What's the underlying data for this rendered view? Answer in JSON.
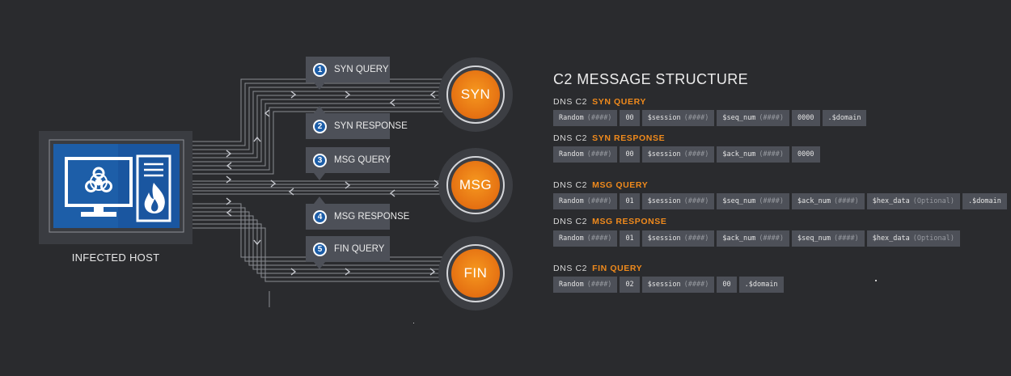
{
  "host": {
    "label": "INFECTED HOST",
    "icons": [
      "biohazard-monitor-icon",
      "server-fire-icon"
    ]
  },
  "colors": {
    "background": "#2a2b2e",
    "accent": "#f08a1c",
    "host_blue": "#1d5ea8",
    "field_bg": "#4d5058"
  },
  "steps": [
    {
      "num": "1",
      "label": "SYN QUERY"
    },
    {
      "num": "2",
      "label": "SYN RESPONSE"
    },
    {
      "num": "3",
      "label": "MSG QUERY"
    },
    {
      "num": "4",
      "label": "MSG RESPONSE"
    },
    {
      "num": "5",
      "label": "FIN QUERY"
    }
  ],
  "phases": [
    {
      "label": "SYN"
    },
    {
      "label": "MSG"
    },
    {
      "label": "FIN"
    }
  ],
  "structure": {
    "title": "C2 MESSAGE STRUCTURE",
    "messages": [
      {
        "prefix": "DNS C2",
        "kind": "SYN QUERY",
        "fields": [
          {
            "name": "Random",
            "hint": "(####)"
          },
          {
            "name": "00",
            "hint": ""
          },
          {
            "name": "$session",
            "hint": "(####)"
          },
          {
            "name": "$seq_num",
            "hint": "(####)"
          },
          {
            "name": "0000",
            "hint": ""
          },
          {
            "name": ".$domain",
            "hint": ""
          }
        ]
      },
      {
        "prefix": "DNS C2",
        "kind": "SYN RESPONSE",
        "fields": [
          {
            "name": "Random",
            "hint": "(####)"
          },
          {
            "name": "00",
            "hint": ""
          },
          {
            "name": "$session",
            "hint": "(####)"
          },
          {
            "name": "$ack_num",
            "hint": "(####)"
          },
          {
            "name": "0000",
            "hint": ""
          }
        ]
      },
      {
        "prefix": "DNS C2",
        "kind": "MSG QUERY",
        "fields": [
          {
            "name": "Random",
            "hint": "(####)"
          },
          {
            "name": "01",
            "hint": ""
          },
          {
            "name": "$session",
            "hint": "(####)"
          },
          {
            "name": "$seq_num",
            "hint": "(####)"
          },
          {
            "name": "$ack_num",
            "hint": "(####)"
          },
          {
            "name": "$hex_data",
            "hint": "(Optional)"
          },
          {
            "name": ".$domain",
            "hint": ""
          }
        ]
      },
      {
        "prefix": "DNS C2",
        "kind": "MSG RESPONSE",
        "fields": [
          {
            "name": "Random",
            "hint": "(####)"
          },
          {
            "name": "01",
            "hint": ""
          },
          {
            "name": "$session",
            "hint": "(####)"
          },
          {
            "name": "$ack_num",
            "hint": "(####)"
          },
          {
            "name": "$seq_num",
            "hint": "(####)"
          },
          {
            "name": "$hex_data",
            "hint": "(Optional)"
          }
        ]
      },
      {
        "prefix": "DNS C2",
        "kind": "FIN QUERY",
        "fields": [
          {
            "name": "Random",
            "hint": "(####)"
          },
          {
            "name": "02",
            "hint": ""
          },
          {
            "name": "$session",
            "hint": "(####)"
          },
          {
            "name": "00",
            "hint": ""
          },
          {
            "name": ".$domain",
            "hint": ""
          }
        ]
      }
    ]
  }
}
